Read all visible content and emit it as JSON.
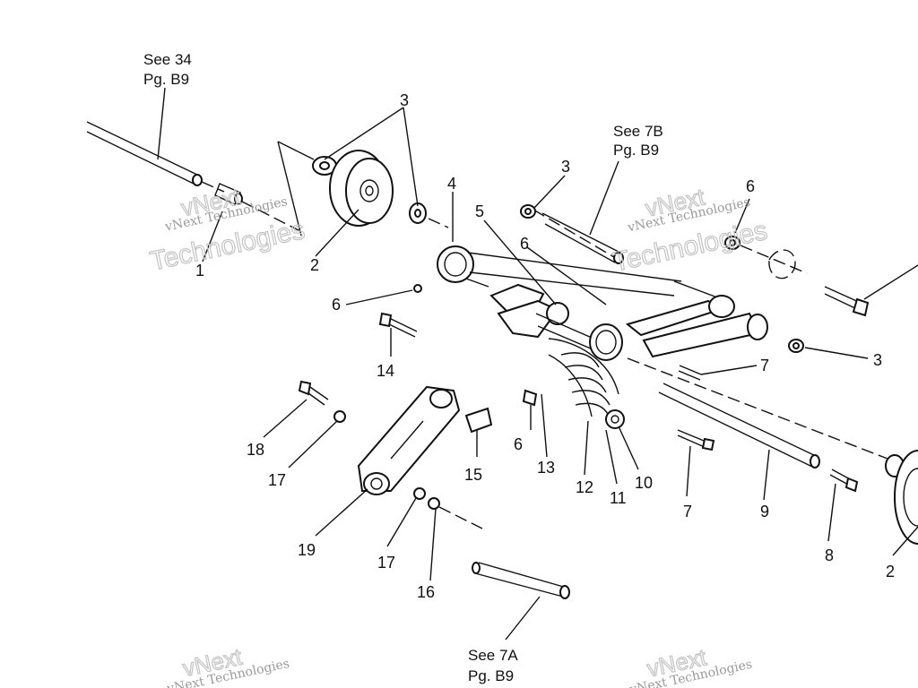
{
  "diagram": {
    "part_numbers": [
      "1",
      "2",
      "3",
      "3",
      "3",
      "4",
      "5",
      "6",
      "6",
      "6",
      "3",
      "7",
      "14",
      "6",
      "18",
      "17",
      "15",
      "13",
      "12",
      "11",
      "10",
      "7",
      "9",
      "8",
      "2",
      "19",
      "17",
      "16"
    ],
    "references": [
      {
        "line1": "See 34",
        "line2": "Pg. B9"
      },
      {
        "line1": "See 7B",
        "line2": "Pg. B9"
      },
      {
        "line1": "See 7A",
        "line2": "Pg. B9"
      }
    ],
    "watermark": {
      "text_small": "vNext Technologies",
      "text_large_1": "vNext",
      "text_large_2": "Technologies"
    }
  },
  "colors": {
    "ink": "#111111",
    "watermark": "#9a9a9a",
    "background": "#ffffff"
  }
}
